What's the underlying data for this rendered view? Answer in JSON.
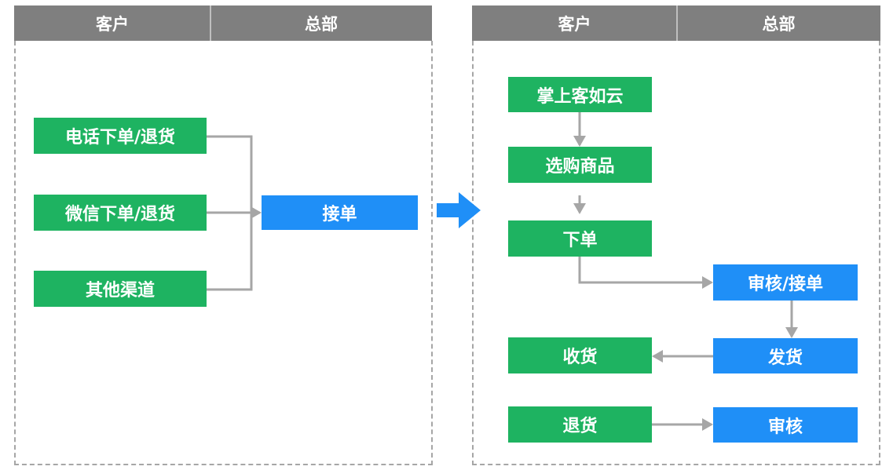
{
  "left_panel": {
    "headers": [
      "客户",
      "总部"
    ],
    "customer_nodes": [
      "电话下单/退货",
      "微信下单/退货",
      "其他渠道"
    ],
    "hq_node": "接单"
  },
  "right_panel": {
    "headers": [
      "客户",
      "总部"
    ],
    "customer_nodes": [
      "掌上客如云",
      "选购商品",
      "下单",
      "收货",
      "退货"
    ],
    "hq_nodes": [
      "审核/接单",
      "发货",
      "审核"
    ]
  },
  "colors": {
    "header_bg": "#7f7f7f",
    "customer_node": "#1eb361",
    "hq_node": "#1f8ff7",
    "connector": "#a6a6a6",
    "transition_arrow": "#1f8ff7"
  }
}
